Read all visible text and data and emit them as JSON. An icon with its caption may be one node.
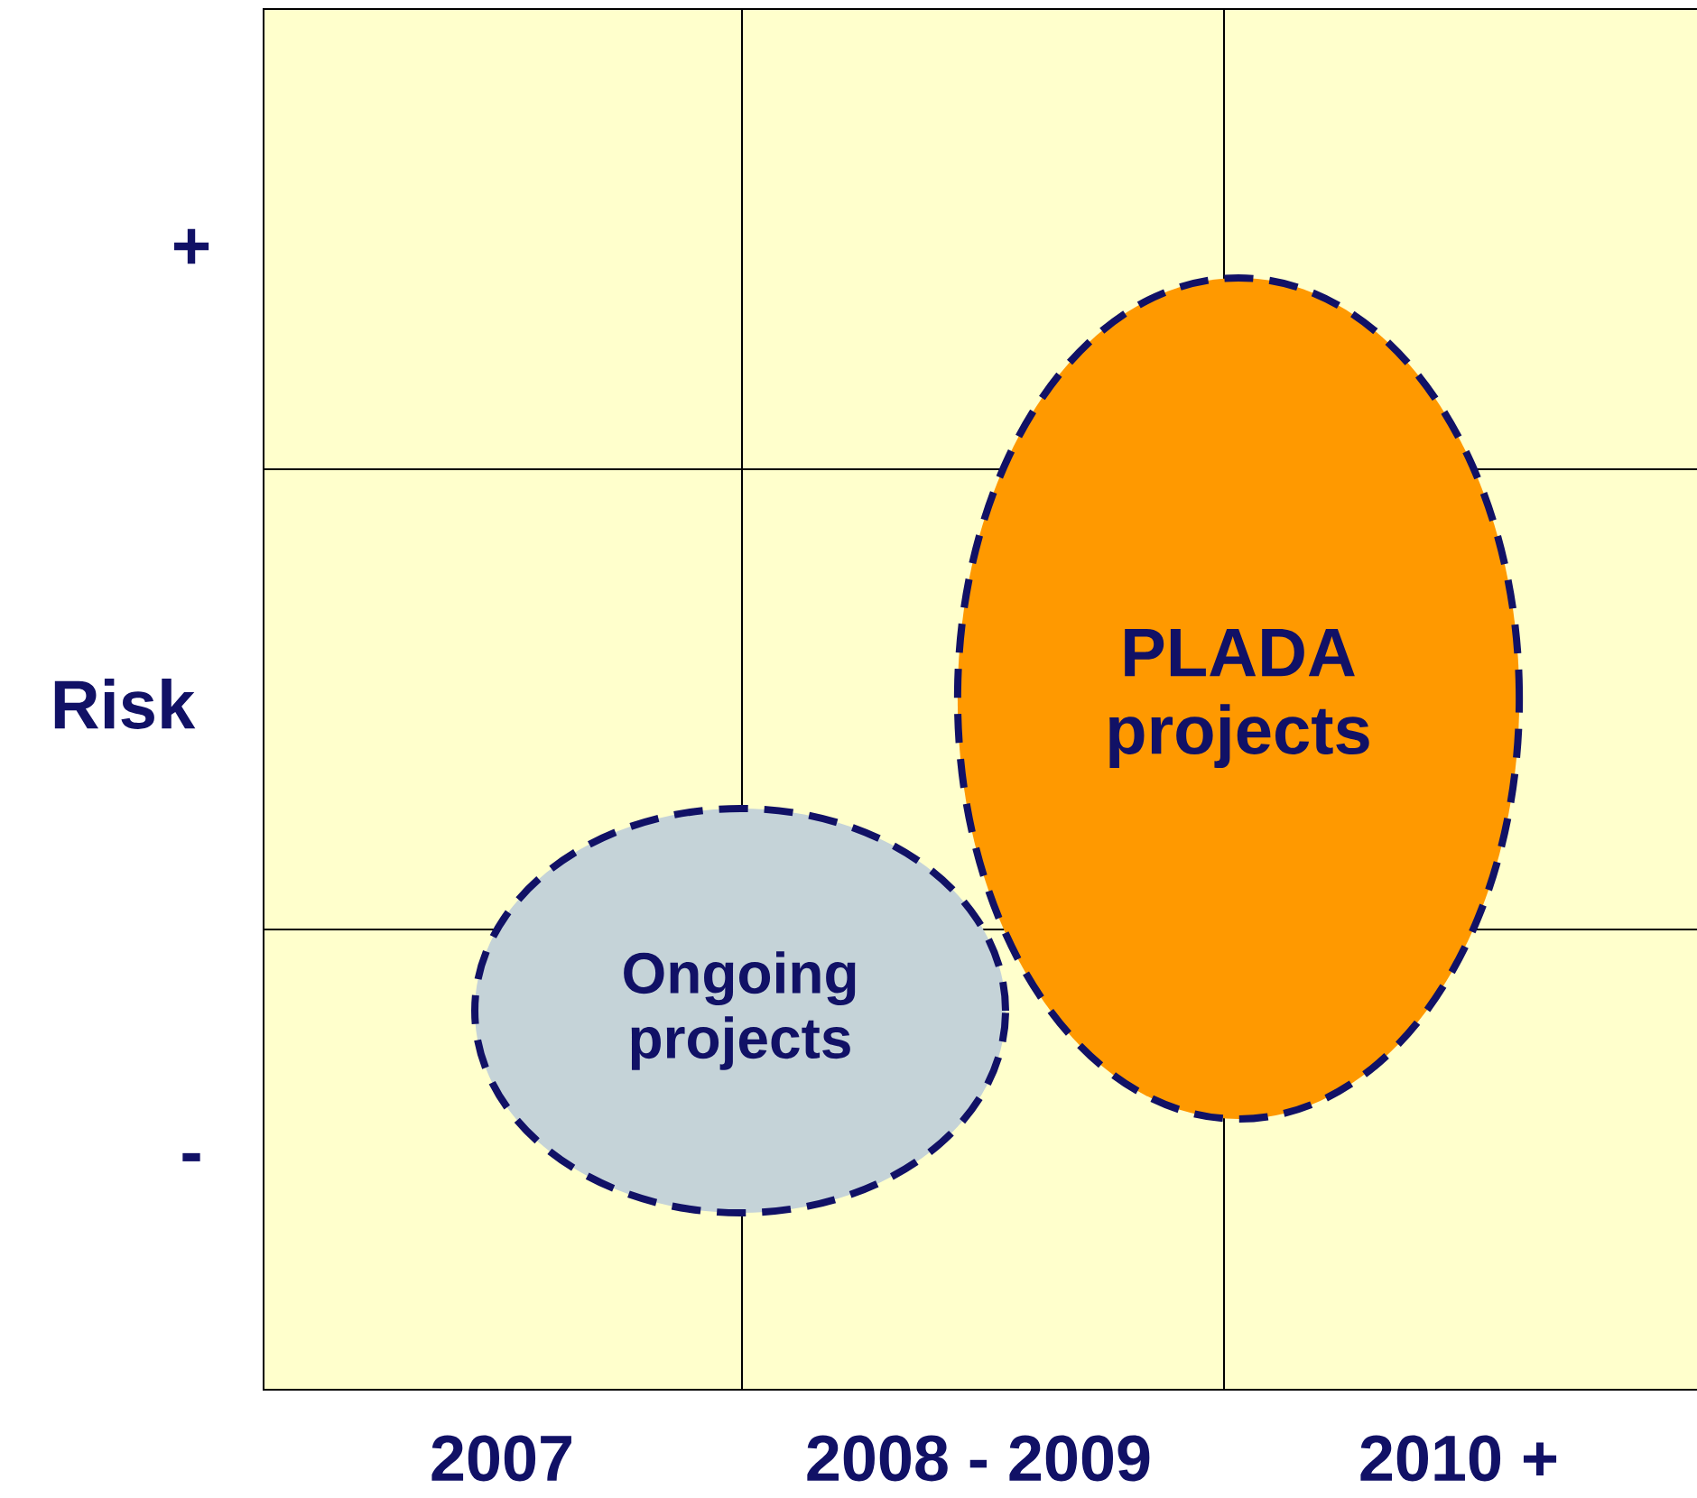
{
  "diagram": {
    "nodes": [
      {
        "text": [
          "Ongoing projects"
        ]
      },
      {
        "text": [
          "PLADA projects"
        ]
      }
    ],
    "labels": [
      "+",
      "Risk",
      "-",
      "2007",
      "2008 - 2009",
      "2010 +"
    ]
  }
}
